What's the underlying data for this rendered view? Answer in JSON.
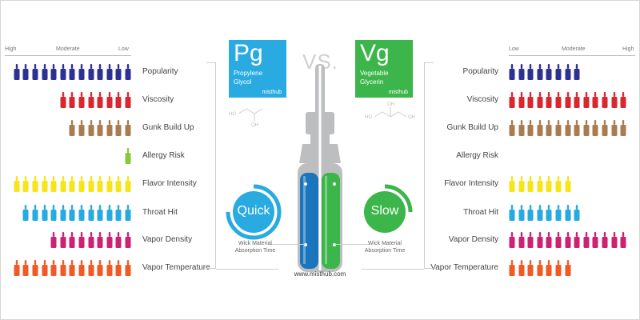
{
  "colors": {
    "pg": "#29abe2",
    "vg": "#3cb54a",
    "popularity": "#2e3192",
    "viscosity": "#d7282f",
    "gunk": "#a97c50",
    "allergy": "#8cc63f",
    "flavor": "#f7e41c",
    "throat": "#27aae1",
    "vapor_density": "#cc2271",
    "vapor_temperature": "#f15a24",
    "bottle_gray": "#bcbec0"
  },
  "pg": {
    "symbol": "Pg",
    "name_line1": "Propylene",
    "name_line2": "Glycol",
    "brand": "misthub",
    "speed": "Quick",
    "wick_line1": "Wick Material",
    "wick_line2": "Absorption Time",
    "scale": {
      "left": "High",
      "mid": "Moderate",
      "right": "Low"
    }
  },
  "vg": {
    "symbol": "Vg",
    "name_line1": "Vegetable",
    "name_line2": "Glycerin",
    "brand": "misthub",
    "speed": "Slow",
    "wick_line1": "Wick Material",
    "wick_line2": "Absorption Time",
    "scale": {
      "left": "Low",
      "mid": "Moderate",
      "right": "High"
    }
  },
  "vs_label": "VS.",
  "url": "www.misthub.com",
  "rows": [
    {
      "key": "popularity",
      "label": "Popularity",
      "pg": 13,
      "vg": 8
    },
    {
      "key": "viscosity",
      "label": "Viscosity",
      "pg": 8,
      "vg": 13
    },
    {
      "key": "gunk",
      "label": "Gunk Build Up",
      "pg": 7,
      "vg": 13
    },
    {
      "key": "allergy",
      "label": "Allergy Risk",
      "pg": 1,
      "vg": 0
    },
    {
      "key": "flavor",
      "label": "Flavor Intensity",
      "pg": 13,
      "vg": 7
    },
    {
      "key": "throat",
      "label": "Throat Hit",
      "pg": 12,
      "vg": 8
    },
    {
      "key": "vapor_density",
      "label": "Vapor Density",
      "pg": 9,
      "vg": 13
    },
    {
      "key": "vapor_temperature",
      "label": "Vapor Temperature",
      "pg": 13,
      "vg": 7
    }
  ]
}
